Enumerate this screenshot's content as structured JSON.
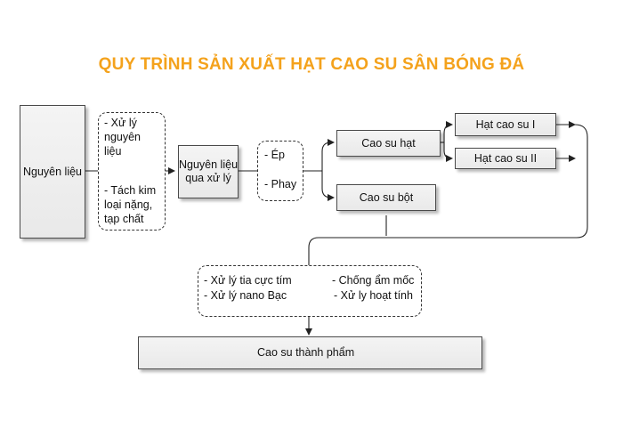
{
  "title": "QUY TRÌNH SẢN XUẤT HẠT CAO SU SÂN BÓNG ĐÁ",
  "colors": {
    "title": "#f4a21c",
    "line": "#222222",
    "box_border": "#4a4a4a"
  },
  "nodes": {
    "raw_material": "Nguyên liệu",
    "processed_material": "Nguyên liệu qua xử lý",
    "rubber_granule": "Cao su hạt",
    "rubber_powder": "Cao su bột",
    "granule_1": "Hạt cao su I",
    "granule_2": "Hạt cao su II",
    "finished": "Cao su thành phẩm"
  },
  "notes": {
    "pretreatment": [
      "- Xử lý",
      "nguyên",
      "liệu"
    ],
    "separation": [
      "- Tách kim",
      "loại nặng,",
      "tạp chất"
    ],
    "pressing": [
      "- Ép"
    ],
    "milling": [
      "- Phay"
    ],
    "uv_treatment": "- Xử lý tia cực tím",
    "nano_silver": "- Xử lý nano Bạc",
    "anti_mold": "- Chống ẩm mốc",
    "activation": "- Xử ly hoạt tính"
  }
}
